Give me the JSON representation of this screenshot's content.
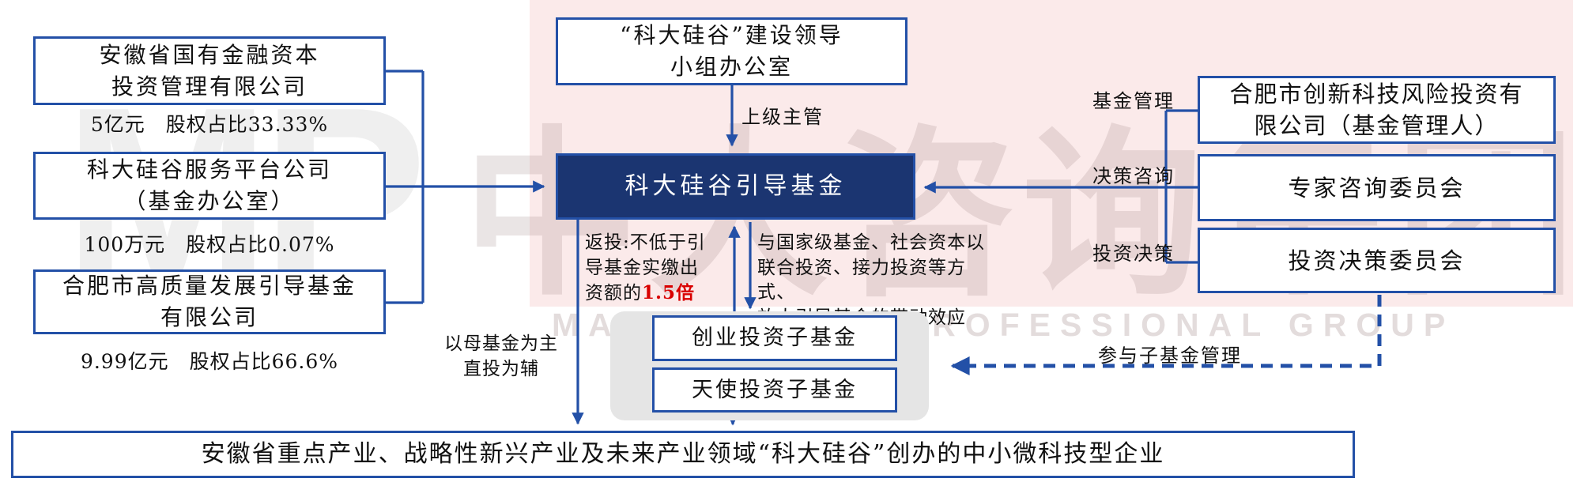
{
  "watermark": {
    "mp": "MP",
    "cn": "中大咨询集团",
    "en": "MANAGEMENT PROFESSIONAL GROUP"
  },
  "colors": {
    "line_blue": "#2350a7",
    "fund_navy": "#1b3571",
    "highlight_red": "#d90000",
    "pink_band": "#fbeaea",
    "pod_gray": "#e5e5e5"
  },
  "left": {
    "box1": {
      "name": "安徽省国有金融资本\n投资管理有限公司",
      "caption": "5亿元　股权占比33.33%"
    },
    "box2": {
      "name": "科大硅谷服务平台公司\n（基金办公室）",
      "caption": "100万元　股权占比0.07%"
    },
    "box3": {
      "name": "合肥市高质量发展引导基金\n有限公司",
      "caption": "9.99亿元　股权占比66.6%"
    }
  },
  "top": {
    "office": "“科大硅谷”建设领导\n小组办公室",
    "arrow_label": "上级主管"
  },
  "center": {
    "fund": "科大硅谷引导基金"
  },
  "right": {
    "label1": "基金管理",
    "box1": "合肥市创新科技风险投资有\n限公司（基金管理人）",
    "label2": "决策咨询",
    "box2": "专家咨询委员会",
    "label3": "投资决策",
    "box3": "投资决策委员会",
    "dashed_label": "参与子基金管理"
  },
  "middle": {
    "fantou_prefix": "返投:不低于引\n导基金实缴出\n资额的",
    "fantou_red": "1.5倍",
    "co_invest": "与国家级基金、社会资本以\n联合投资、接力投资等方式、\n放大引导基金的带动效应",
    "mother_fund": "以母基金为主\n直投为辅"
  },
  "subfunds": {
    "box1": "创业投资子基金",
    "box2": "天使投资子基金"
  },
  "bottom": {
    "target": "安徽省重点产业、战略性新兴产业及未来产业领域“科大硅谷”创办的中小微科技型企业"
  }
}
